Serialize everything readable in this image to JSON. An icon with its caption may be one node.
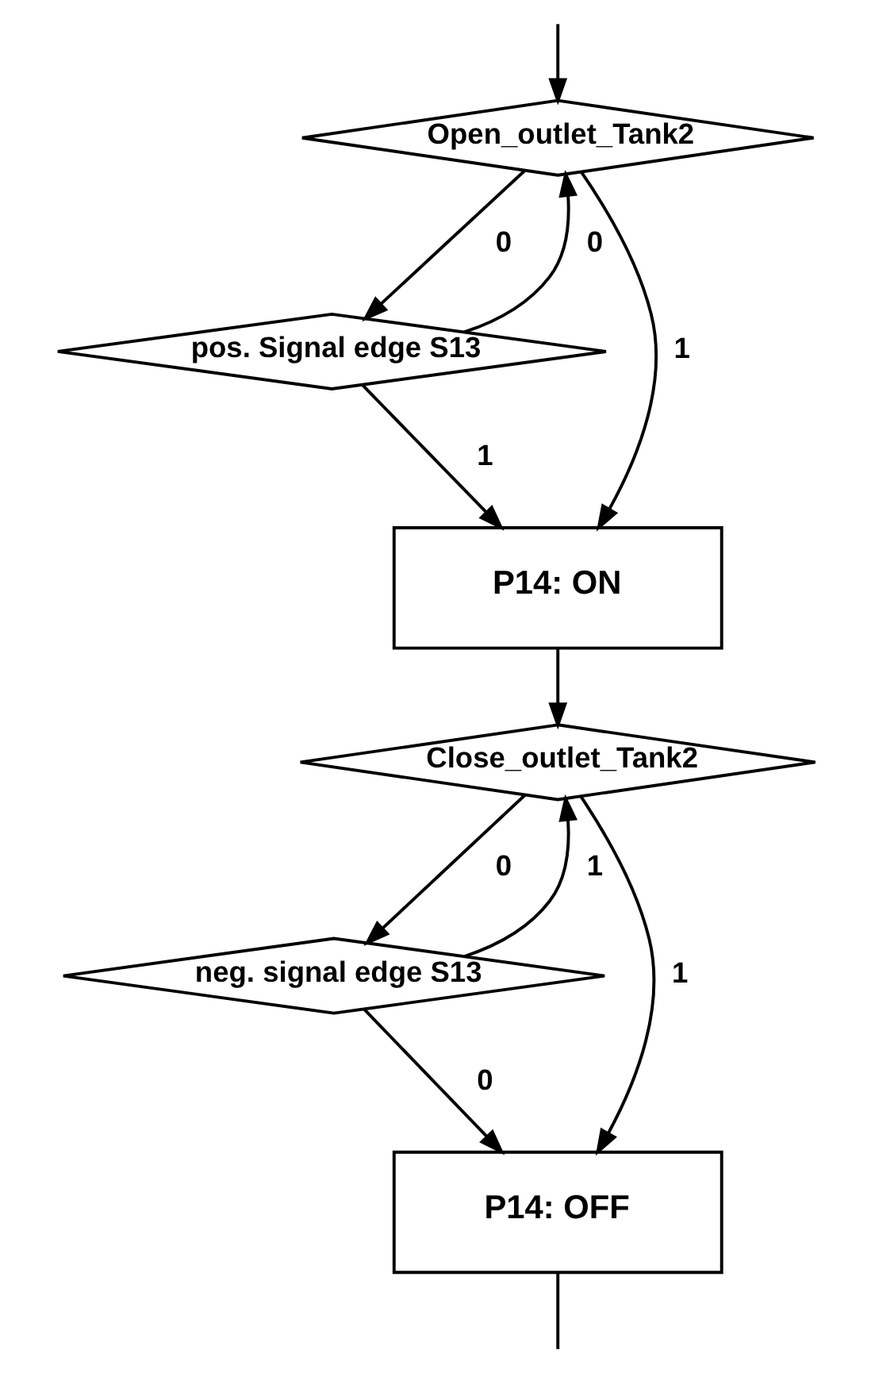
{
  "diagram": {
    "nodes": [
      {
        "text": [
          "Open_outlet_Tank2"
        ]
      },
      {
        "text": [
          "pos. Signal edge S13"
        ]
      },
      {
        "text": [
          "P14: ON"
        ]
      },
      {
        "text": [
          "Close_outlet_Tank2"
        ]
      },
      {
        "text": [
          "neg. signal edge S13"
        ]
      },
      {
        "text": [
          "P14: OFF"
        ]
      }
    ],
    "edges": [
      {
        "from": null,
        "to": 0,
        "arrow": "to"
      },
      {
        "from": 0,
        "to": 1,
        "arrow": "to",
        "label": "0"
      },
      {
        "from": 0,
        "to": 2,
        "arrow": "to",
        "label": "1"
      },
      {
        "from": 1,
        "to": 2,
        "arrow": "to",
        "label": "1"
      },
      {
        "from": 1,
        "to": 0,
        "arrow": "to",
        "label": "0"
      },
      {
        "from": 2,
        "to": 3,
        "arrow": "to"
      },
      {
        "from": 3,
        "to": 4,
        "arrow": "to",
        "label": "0"
      },
      {
        "from": 3,
        "to": 5,
        "arrow": "to",
        "label": "1"
      },
      {
        "from": 4,
        "to": 3,
        "arrow": "to",
        "label": "1"
      },
      {
        "from": 4,
        "to": 5,
        "arrow": "to",
        "label": "0"
      },
      {
        "from": 5,
        "to": null,
        "arrow": "none"
      }
    ]
  }
}
